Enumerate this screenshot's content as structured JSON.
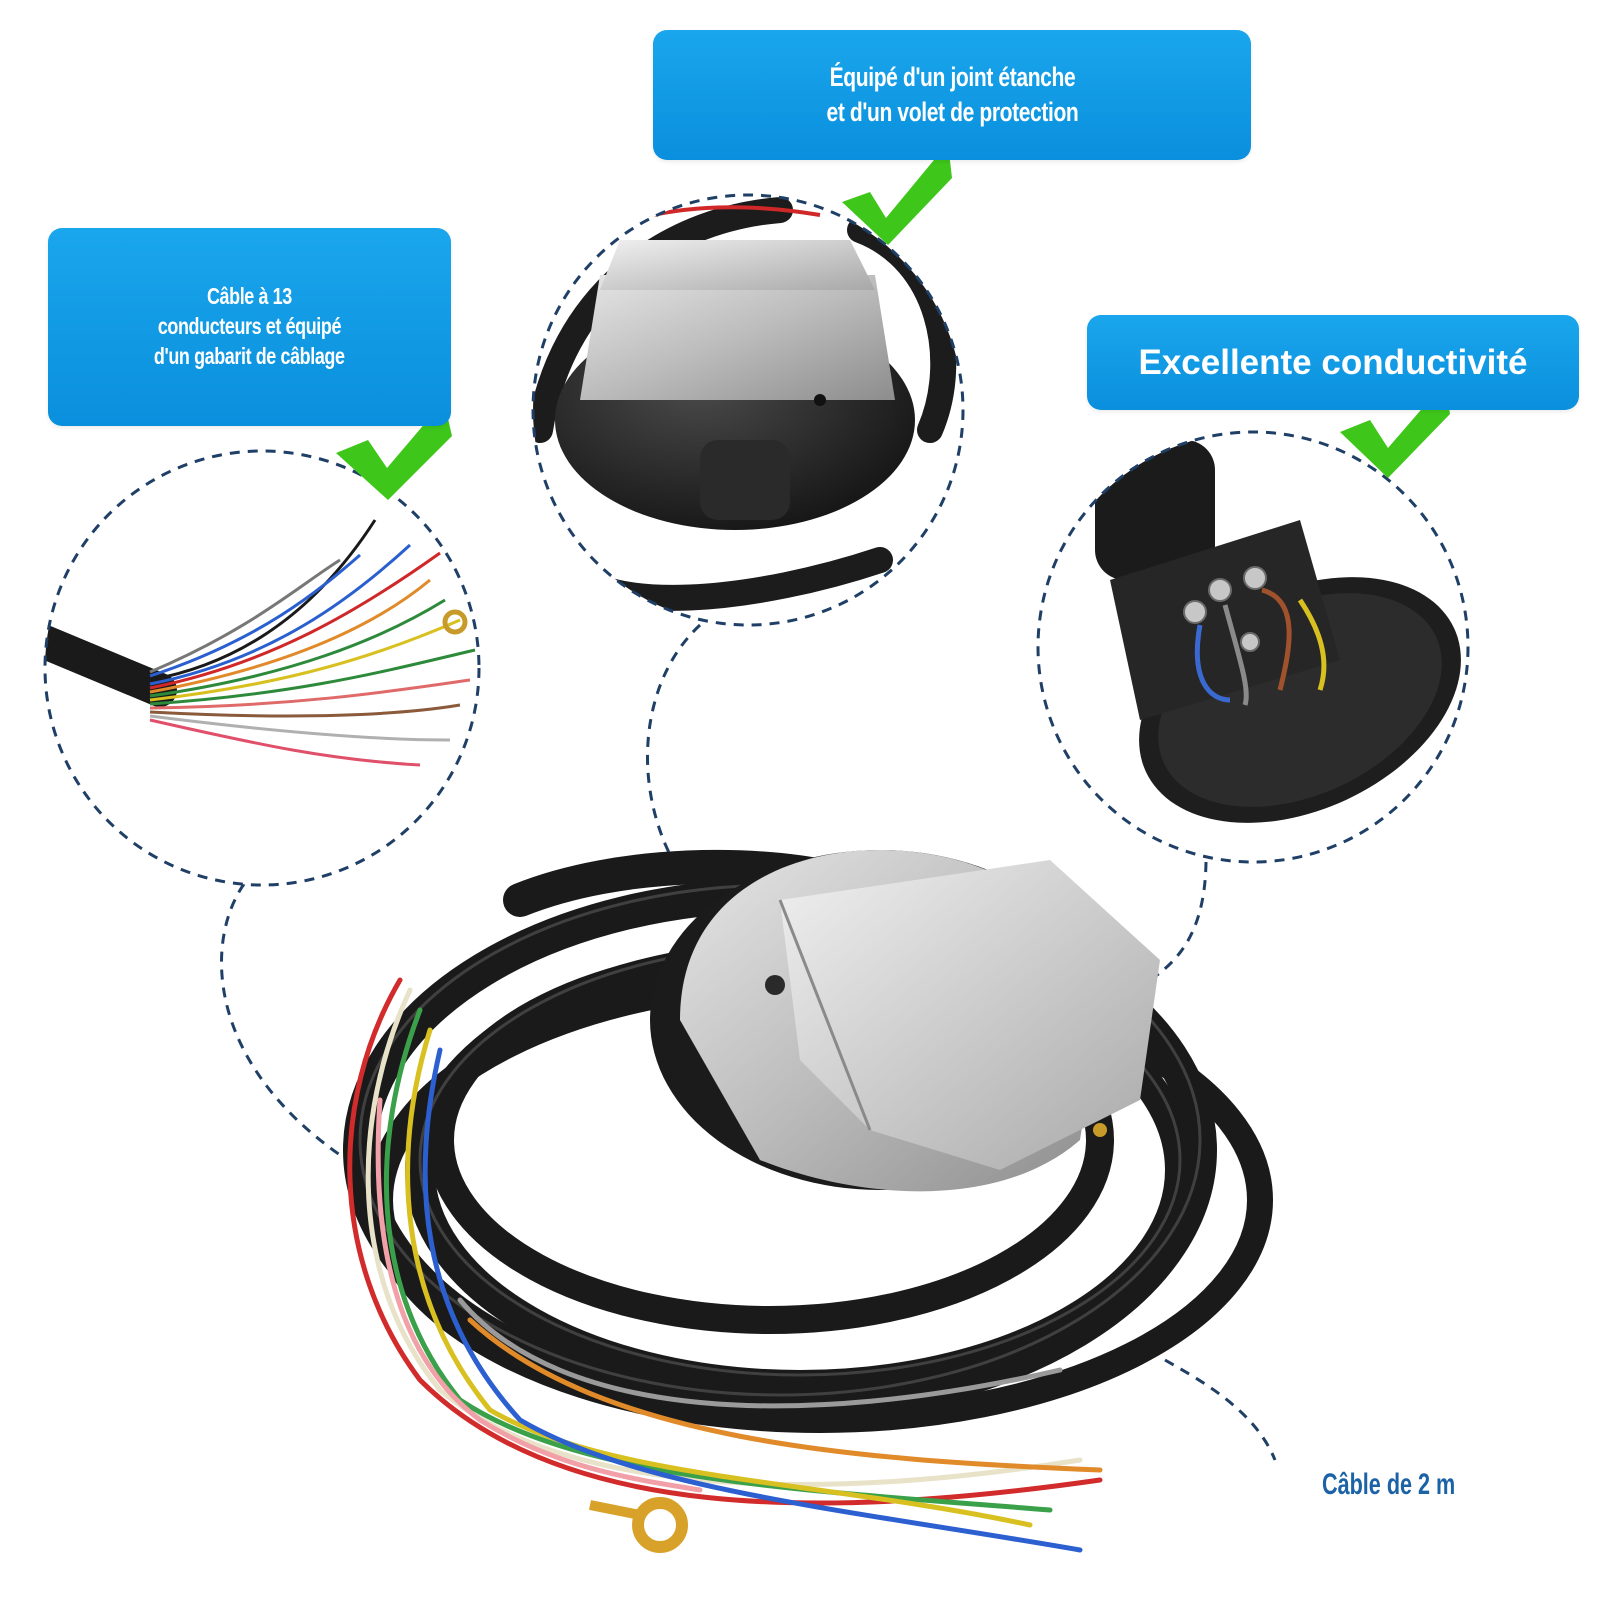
{
  "callouts": {
    "left": {
      "lines": [
        "Câble à 13",
        "conducteurs et équipé",
        "d'un gabarit de câblage"
      ],
      "icon": "check-icon"
    },
    "top": {
      "lines": [
        "Équipé d'un joint étanche",
        "et d'un volet de protection"
      ],
      "icon": "check-icon"
    },
    "right": {
      "lines": [
        "Excellente conductivité"
      ],
      "icon": "check-icon"
    }
  },
  "caption": {
    "text": "Câble de 2 m"
  },
  "colors": {
    "callout_blue": "#0a8fdd",
    "check_green": "#3ec71a",
    "dashed_navy": "#1f3f66",
    "cable_black": "#1c1c1c",
    "socket_silver": "#c9c9c9"
  }
}
